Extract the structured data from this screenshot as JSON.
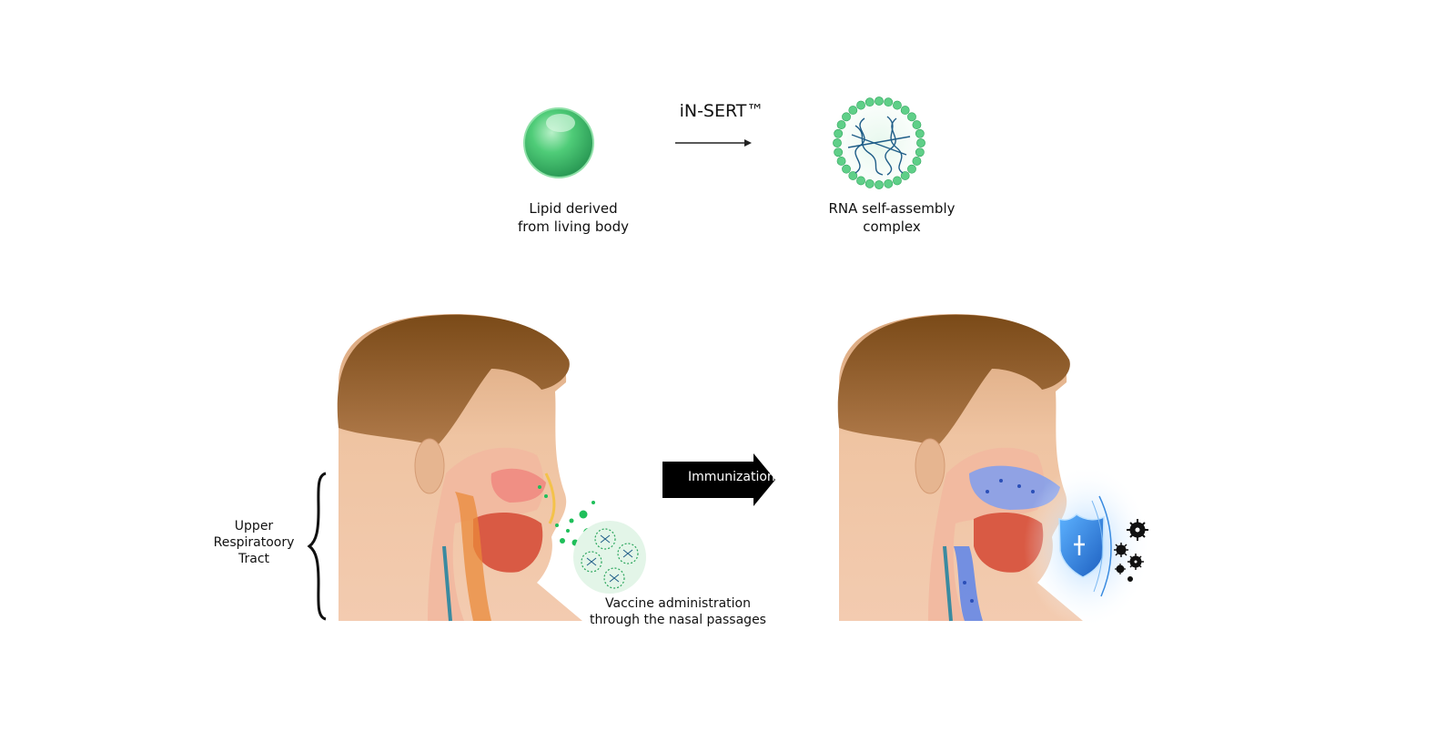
{
  "process": {
    "label": "iN-SERT™"
  },
  "lipid": {
    "label_line1": "Lipid derived",
    "label_line2": "from living body"
  },
  "complex": {
    "label_line1": "RNA self-assembly",
    "label_line2": "complex"
  },
  "anatomy": {
    "label_line1": "Upper",
    "label_line2": "Respiratoory",
    "label_line3": "Tract"
  },
  "administration": {
    "label_line1": "Vaccine administration",
    "label_line2": "through the nasal passages"
  },
  "step": {
    "label": "Immunization"
  },
  "colors": {
    "lipid_green": "#3fbf6a",
    "hair_brown": "#8a5a2b",
    "skin": "#f1c6a5",
    "tissue_red": "#e06a5a",
    "immune_blue": "#4a7fe0",
    "shield_blue": "#2f7fd8",
    "virus_black": "#111111"
  },
  "icons": [
    "lipid-sphere-icon",
    "rna-complex-icon",
    "arrow-right-icon",
    "head-profile-icon",
    "shield-icon",
    "virus-icon"
  ]
}
